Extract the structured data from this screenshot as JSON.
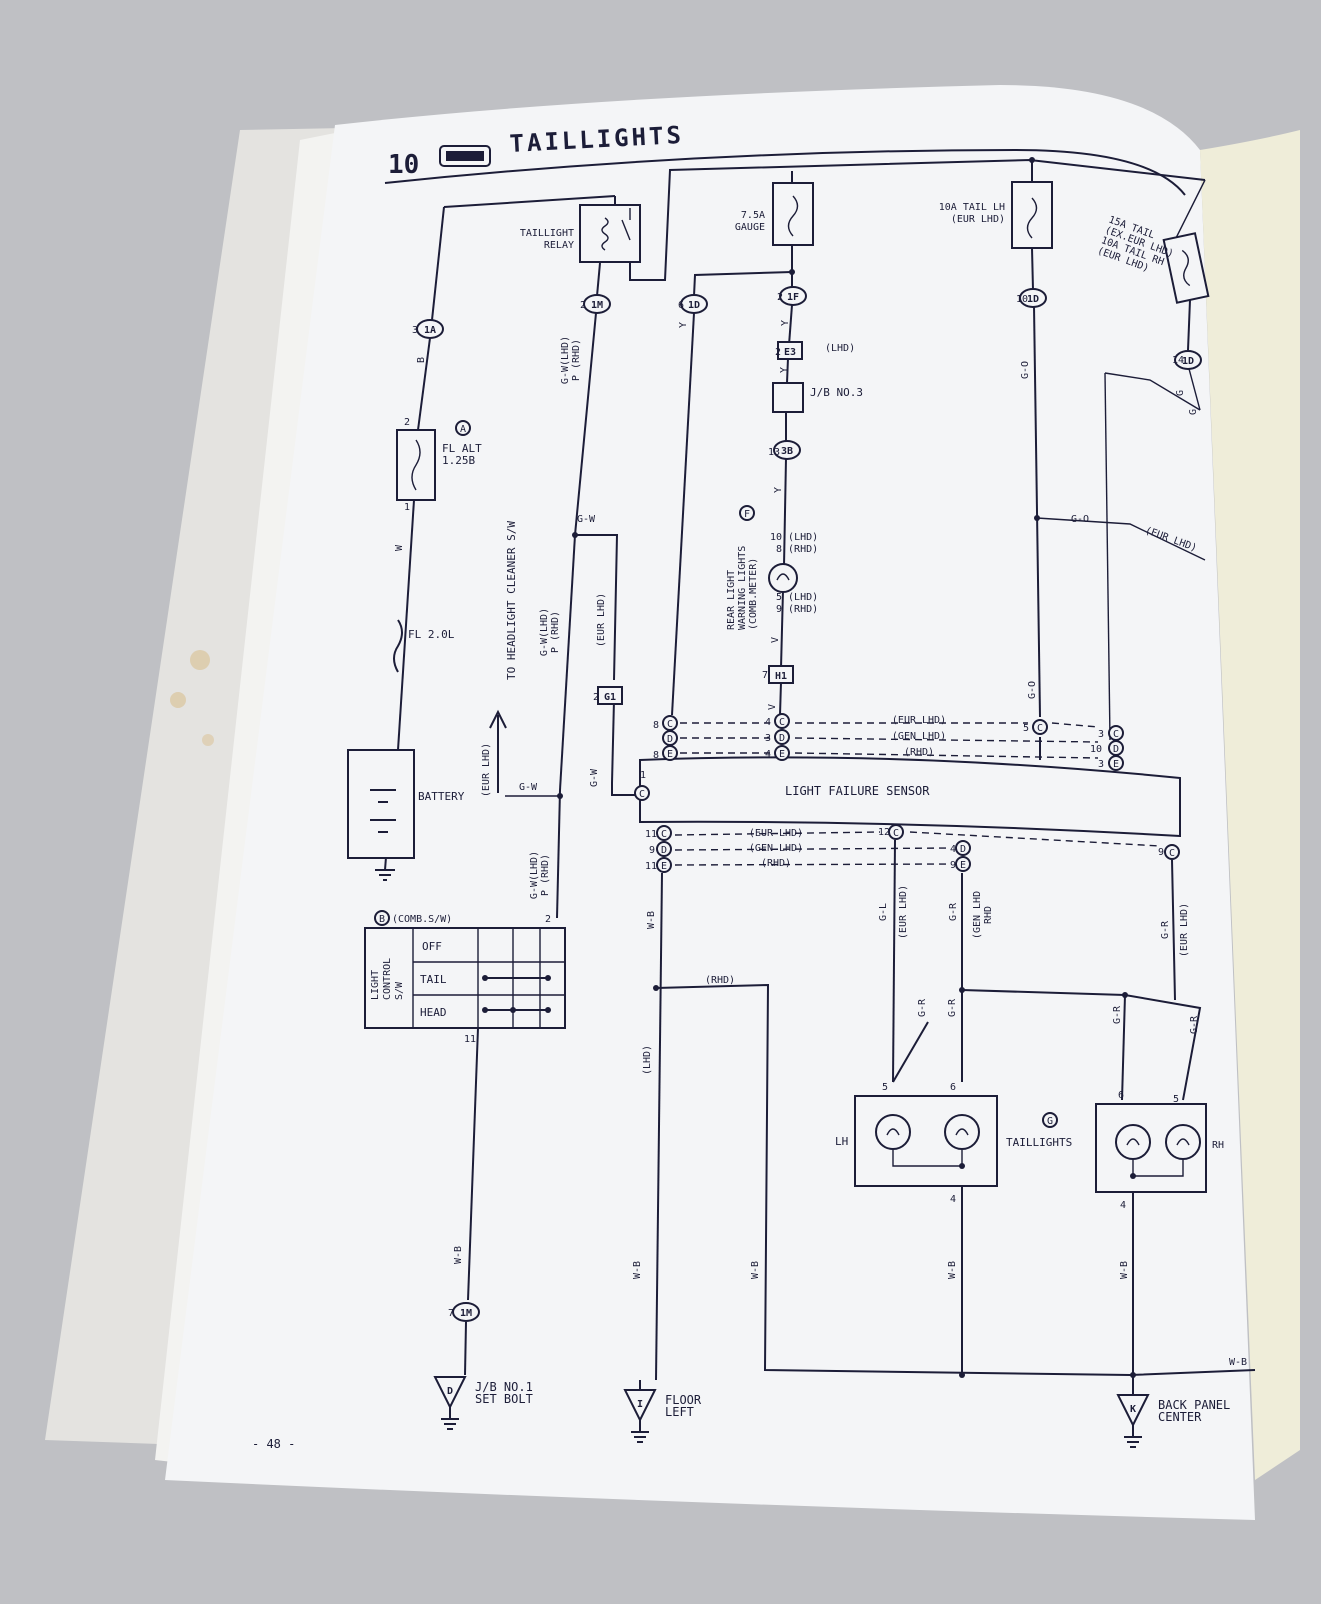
{
  "page": {
    "section_number": "10",
    "title": "TAILLIGHTS",
    "page_number": "- 48 -"
  },
  "components": {
    "taillight_relay": "TAILLIGHT\nRELAY",
    "gauge_fuse": "7.5A\nGAUGE",
    "tail_lh_fuse": "10A TAIL LH\n(EUR LHD)",
    "tail_fuse_rh": "15A TAIL\n(EX.EUR LHD)\n10A TAIL RH\n(EUR LHD)",
    "fl_alt": "FL ALT\n1.25B",
    "fl_main": "FL 2.0L",
    "battery": "BATTERY",
    "jb3": "J/B NO.3",
    "rear_light_warning": "REAR LIGHT\nWARNING LIGHTS\n(COMB.METER)",
    "headlight_cleaner": "TO HEADLIGHT CLEANER S/W",
    "light_failure_sensor": "LIGHT FAILURE SENSOR",
    "light_control_switch": "LIGHT\nCONTROL\nS/W",
    "comb_sw": "(COMB.S/W)",
    "switch_positions": [
      "OFF",
      "TAIL",
      "HEAD"
    ],
    "taillights": "TAILLIGHTS",
    "lamp_lh": "LH",
    "lamp_rh": "RH"
  },
  "component_codes": {
    "a": "A",
    "b": "B",
    "f": "F",
    "g": "G"
  },
  "grounds": [
    {
      "code": "D",
      "label": "J/B NO.1\nSET BOLT"
    },
    {
      "code": "I",
      "label": "FLOOR\nLEFT"
    },
    {
      "code": "K",
      "label": "BACK PANEL\nCENTER"
    }
  ],
  "connectors": {
    "c1a": "1A",
    "c1m": "1M",
    "c1d": "1D",
    "c1f": "1F",
    "e3": "E3",
    "c3b": "3B",
    "h1": "H1",
    "g1": "G1",
    "c1d_tail": "1D",
    "c1d_right": "1D",
    "c1m_bottom": "1M",
    "sensor_c": "C",
    "sensor_d": "D",
    "sensor_e": "E"
  },
  "pins": {
    "p3": "3",
    "p2_relay": "2",
    "p6": "6",
    "p2_gauge": "2",
    "p2_e3": "2",
    "p13": "13",
    "p10_tail": "10",
    "p14": "14",
    "p2_alt": "2",
    "p1_alt": "1",
    "p10_meter": "10 (LHD)",
    "p8_meter": "8 (RHD)",
    "p5_meter": "5 (LHD)",
    "p9_meter": "9 (RHD)",
    "p7_h1": "7",
    "p2_g1": "2",
    "p1_c": "1",
    "p8_d": "8",
    "p8_e": "8",
    "p4_c": "4",
    "p3_d": "3",
    "p4_e": "4",
    "p5_c": "5",
    "p3_c_r": "3",
    "p10_d_r": "10",
    "p3_e_r": "3",
    "p11_c": "11",
    "p9_d": "9",
    "p11_e": "11",
    "p12_c": "12",
    "p4_d": "4",
    "p9_e": "9",
    "p9_c_r": "9",
    "p2_sw": "2",
    "p11_sw": "11",
    "p7_1m": "7",
    "p5_lh": "5",
    "p6_lh": "6",
    "p4_lh": "4",
    "p6_rh": "6",
    "p5_rh": "5",
    "p4_rh": "4"
  },
  "wires": {
    "b": "B",
    "w": "W",
    "gw_p": "G-W(LHD)\nP (RHD)",
    "gw": "G-W",
    "y": "Y",
    "v": "V",
    "go": "G-O",
    "gl": "G-L",
    "gr": "G-R",
    "g": "G",
    "wb": "W-B",
    "eur_lhd": "(EUR LHD)",
    "gen_lhd": "(GEN LHD)",
    "rhd": "(RHD)",
    "lhd": "(LHD)",
    "gen_rhd": "(GEN LHD\nRHD"
  }
}
